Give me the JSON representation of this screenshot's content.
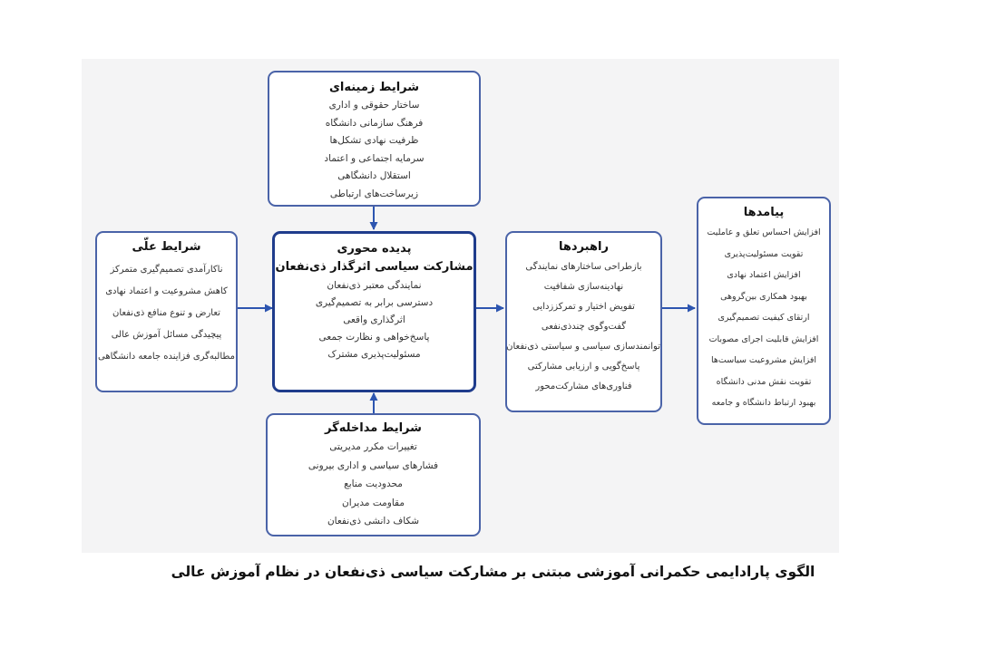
{
  "diagram": {
    "top_box": {
      "title": "شرایط زمینه‌ای",
      "items": [
        "ساختار حقوقی و اداری",
        "فرهنگ سازمانی دانشگاه",
        "ظرفیت نهادی تشکل‌ها",
        "سرمایه اجتماعی و اعتماد",
        "استقلال دانشگاهی",
        "زیرساخت‌های ارتباطی"
      ]
    },
    "causal_box": {
      "title": "شرایط علّی",
      "items": [
        "ناکارآمدی تصمیم‌گیری متمرکز",
        "کاهش مشروعیت و اعتماد نهادی",
        "تعارض و تنوع منافع ذی‌نفعان",
        "پیچیدگی مسائل آموزش عالی",
        "مطالبه‌گری فزاینده جامعه دانشگاهی"
      ]
    },
    "central_box": {
      "title": "پدیده محوری",
      "subtitle": "مشارکت سیاسی اثرگذار ذی‌نفعان",
      "items": [
        "نمایندگی معتبر ذی‌نفعان",
        "دسترسی برابر به تصمیم‌گیری",
        "اثرگذاری واقعی",
        "پاسخ‌خواهی و نظارت جمعی",
        "مسئولیت‌پذیری مشترک"
      ]
    },
    "strategies_box": {
      "title": "راهبردها",
      "items": [
        "بازطراحی ساختارهای نمایندگی",
        "نهادینه‌سازی شفافیت",
        "تفویض اختیار و تمرکززدایی",
        "گفت‌وگوی چندذی‌نفعی",
        "توانمندسازی سیاسی و سیاستی ذی‌نفعان",
        "پاسخ‌گویی و ارزیابی مشارکتی",
        "فناوری‌های مشارکت‌محور"
      ]
    },
    "outcomes_box": {
      "title": "پیامدها",
      "items": [
        "افزایش احساس تعلق و عاملیت",
        "تقویت مسئولیت‌پذیری",
        "افزایش اعتماد نهادی",
        "بهبود همکاری بین‌گروهی",
        "ارتقای کیفیت تصمیم‌گیری",
        "افزایش قابلیت اجرای مصوبات",
        "افزایش مشروعیت سیاست‌ها",
        "تقویت نقش مدنی دانشگاه",
        "بهبود ارتباط دانشگاه و جامعه"
      ]
    },
    "intervening_box": {
      "title": "شرایط مداخله‌گر",
      "items": [
        "تغییرات مکرر مدیریتی",
        "فشارهای سیاسی و اداری بیرونی",
        "محدودیت منابع",
        "مقاومت مدیران",
        "شکاف دانشی ذی‌نفعان"
      ]
    }
  },
  "caption": "الگوی پارادایمی حکمرانی آموزشی مبتنی بر مشارکت سیاسی ذی‌نفعان در نظام آموزش عالی",
  "colors": {
    "box_border": "#4a63a8",
    "central_border": "#1f3c8c",
    "arrow": "#2d55b0",
    "panel_bg": "#f4f4f5"
  }
}
